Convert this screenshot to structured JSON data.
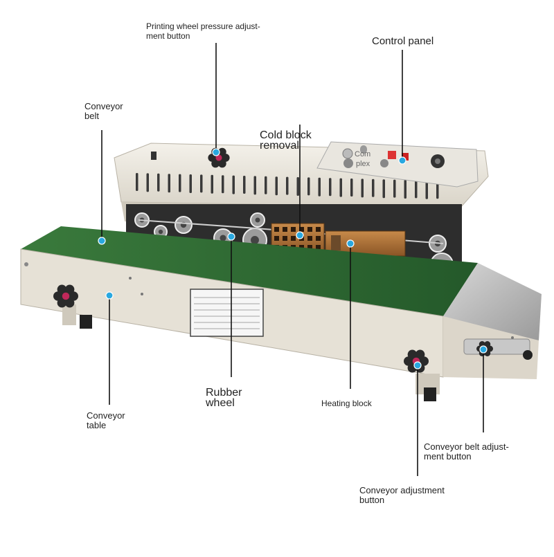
{
  "labels": {
    "printing_wheel": "Printing wheel pressure adjust-\nment button",
    "control_panel": "Control panel",
    "conveyor_belt": "Conveyor\nbelt",
    "cold_block": "Cold block\nremoval",
    "rubber_wheel": "Rubber\nwheel",
    "heating_block": "Heating block",
    "conveyor_table": "Conveyor\ntable",
    "belt_adjustment": "Conveyor belt adjust-\nment button",
    "conveyor_adjustment": "Conveyor adjustment\nbutton"
  },
  "panel_text": "Com\nplex",
  "colors": {
    "callout_dot": "#29a8e0",
    "belt_green": "#2f6e33",
    "machine_body": "#ece8df",
    "knob": "#2a2a2a",
    "knob_center": "#c0285a"
  },
  "icons": {
    "callout": "dot-with-leader-line",
    "knob": "star-knob"
  }
}
